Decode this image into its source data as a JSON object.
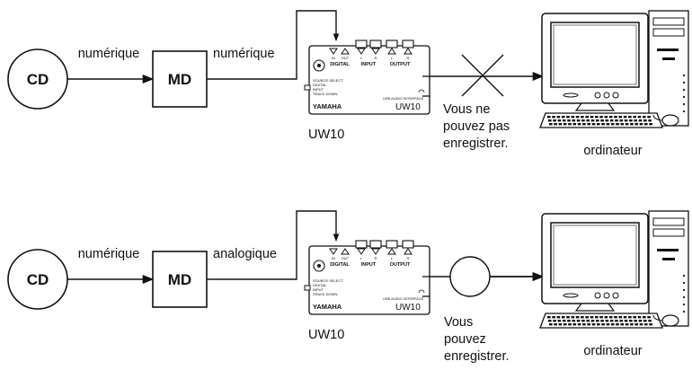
{
  "scenarios": [
    {
      "source": "CD",
      "link1": "numérique",
      "recorder": "MD",
      "link2": "numérique",
      "interface_label": "UW10",
      "result_text": [
        "Vous ne",
        "pouvez pas",
        "enregistrer."
      ],
      "computer_label": "ordinateur"
    },
    {
      "source": "CD",
      "link1": "numérique",
      "recorder": "MD",
      "link2": "analogique",
      "interface_label": "UW10",
      "result_text": [
        "Vous",
        "pouvez",
        "enregistrer."
      ],
      "computer_label": "ordinateur"
    }
  ],
  "device_panel": {
    "top_in": "IN",
    "top_out": "OUT",
    "top_l": "L",
    "top_r": "R",
    "group_digital": "DIGITAL",
    "group_input": "INPUT",
    "group_output": "OUTPUT",
    "source_select": "SOURCE SELECT",
    "opt_digital": "DIGITAL",
    "opt_input": "INPUT",
    "opt_trackdown": "TRACK DOWN",
    "brand": "YAMAHA",
    "product_line": "USB AUDIO INTERFACE",
    "model_logo": "UW10"
  }
}
